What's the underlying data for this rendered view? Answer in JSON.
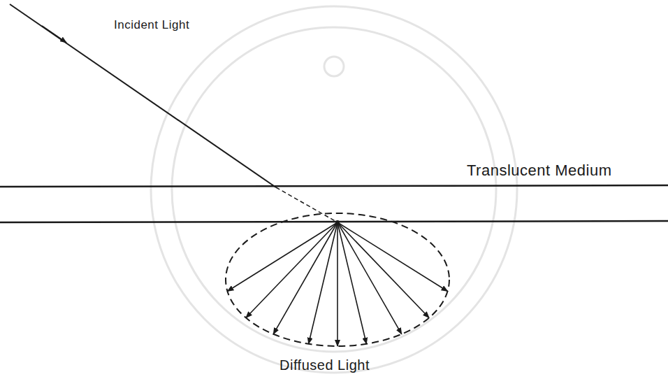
{
  "diagram": {
    "labels": [
      "Incident Light",
      "Translucent Medium",
      "Diffused Light"
    ]
  }
}
